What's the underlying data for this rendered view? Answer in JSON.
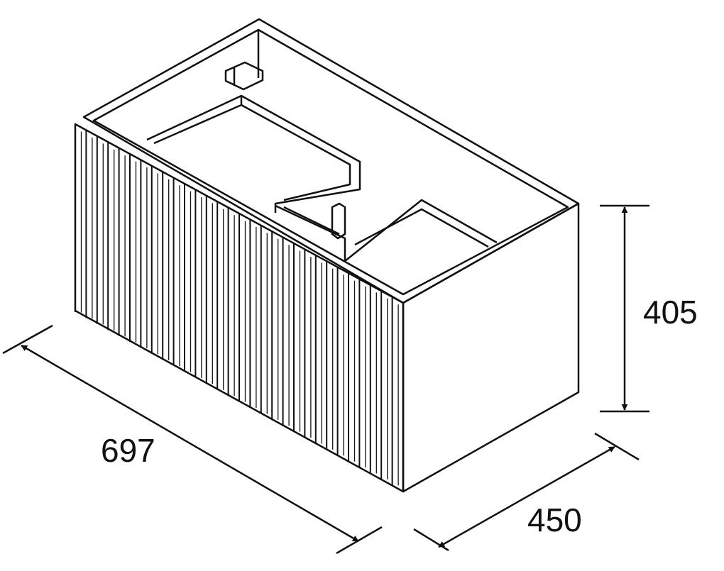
{
  "dimensions": {
    "width": "697",
    "height": "405",
    "depth": "450"
  },
  "colors": {
    "line": "#111111",
    "background": "#ffffff"
  },
  "front_panel": {
    "flute_count": 30
  }
}
